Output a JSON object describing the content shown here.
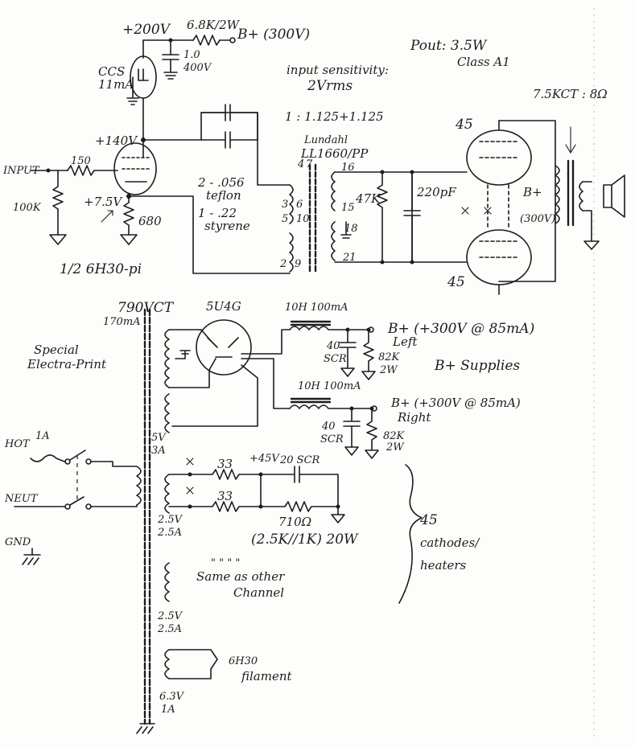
{
  "labels": {
    "b200": "+200V",
    "r68k": "6.8K/2W",
    "bplus300": "B+ (300V)",
    "cap1": "1.0",
    "cap1v": "400V",
    "ccs": "CCS",
    "ccs_ma": "11mA",
    "sens1": "input sensitivity:",
    "sens2": "2Vrms",
    "pout": "Pout: 3.5W",
    "classa": "Class A1",
    "ratio": "1 : 1.125+1.125",
    "lundahl": "Lundahl",
    "ll1660": "LL1660/PP",
    "otx": "7.5KCT : 8Ω",
    "tube45a": "45",
    "tube45b": "45",
    "b140": "+140V",
    "input": "INPUT",
    "r150": "150",
    "r100k": "100K",
    "b75": "+7.5V",
    "r680": "680",
    "teflon1": "2 - .056",
    "teflon2": "teflon",
    "styrene1": "1 - .22",
    "styrene2": "styrene",
    "tube6h30": "1/2 6H30-pi",
    "pin4": "4",
    "pin7": "7",
    "pin3": "3",
    "pin5": "5",
    "pin6": "6",
    "pin10": "10",
    "pin2": "2",
    "pin9": "9",
    "pin16": "16",
    "pin15": "15",
    "pin18": "18",
    "pin21": "21",
    "r47k": "47K",
    "c220": "220pF",
    "bplus_out": "B+",
    "v300": "(300V)",
    "v790": "790VCT",
    "ma170": "170mA",
    "special": "Special",
    "electra": "Electra-Print",
    "rect": "5U4G",
    "choke1": "10H 100mA",
    "bleft": "B+ (+300V @ 85mA)",
    "left": "Left",
    "c40a": "40",
    "scra": "SCR",
    "r82a": "82K",
    "w2a": "2W",
    "bsup": "B+ Supplies",
    "choke2": "10H 100mA",
    "bright": "B+ (+300V @ 85mA)",
    "right": "Right",
    "c40b": "40",
    "scrb": "SCR",
    "r82b": "82K",
    "w2b": "2W",
    "v5": "5V",
    "a3": "3A",
    "hot": "HOT",
    "fuse": "1A",
    "neut": "NEUT",
    "gnd": "GND",
    "r33a": "33",
    "r33b": "33",
    "v45": "+45V",
    "c20": "20 SCR",
    "r710": "710Ω",
    "par": "(2.5K//1K) 20W",
    "v25a": "2.5V",
    "a25a": "2.5A",
    "k45": "45",
    "cath": "cathodes/",
    "heat": "heaters",
    "same": "\" \" \" \"",
    "same2": "Same as other",
    "chan": "Channel",
    "v25b": "2.5V",
    "a25b": "2.5A",
    "h6h30": "6H30",
    "fil": "filament",
    "v63": "6.3V",
    "a1": "1A"
  }
}
